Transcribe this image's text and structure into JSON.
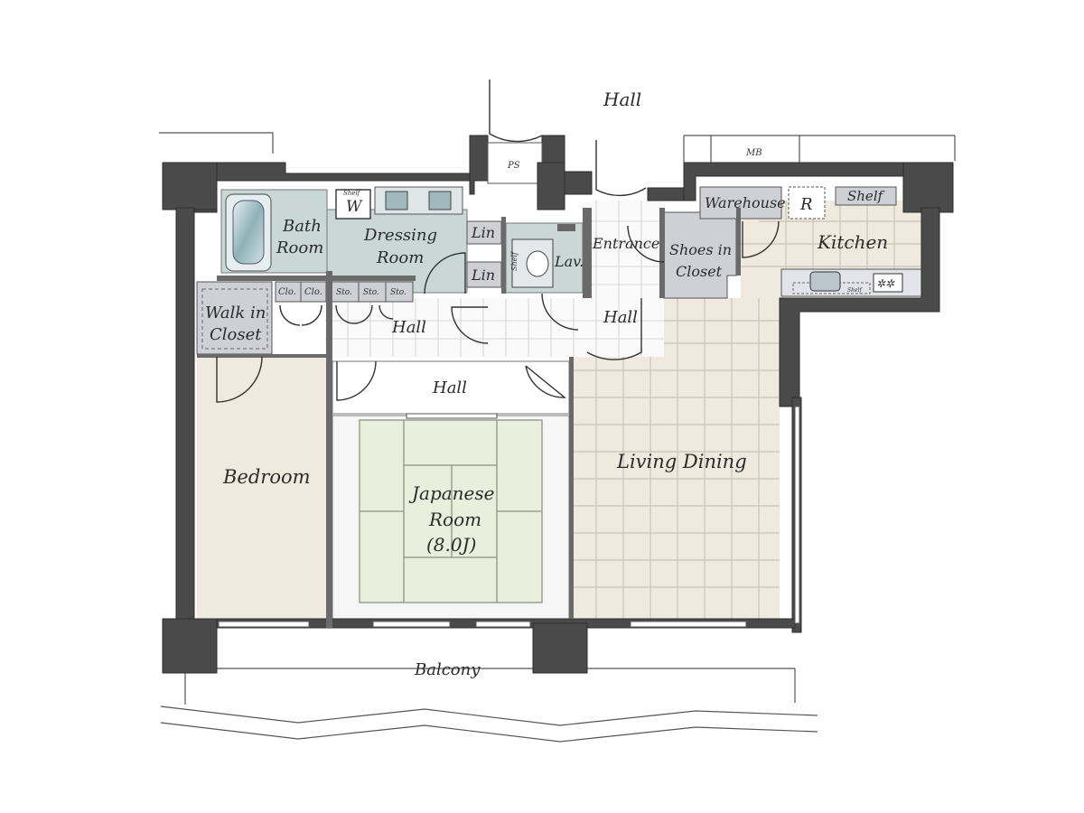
{
  "colors": {
    "wall": "#4a4a4a",
    "floor_beige": "#efe9de",
    "wet_area": "#c9d8d6",
    "storage": "#cfd0d6",
    "tatami": "#e9eedd",
    "tatami_line": "#9aa090"
  },
  "labels": {
    "hall_top": "Hall",
    "ps": "PS",
    "mb": "MB",
    "bath_room": [
      "Bath",
      "Room"
    ],
    "dressing_room": [
      "Dressing",
      "Room"
    ],
    "washer": "W",
    "shelf_small": "Shelf",
    "lin1": "Lin",
    "lin2": "Lin",
    "lav": "Lav.",
    "toilet_shelf": "Shelf",
    "entrance": "Entrance",
    "shoes_closet": [
      "Shoes in",
      "Closet"
    ],
    "warehouse": "Warehouse",
    "refrigerator": "R",
    "shelf_kitchen": "Shelf",
    "kitchen": "Kitchen",
    "counter_shelf": "Shelf",
    "walk_in_closet": [
      "Walk in",
      "Closet"
    ],
    "clo1": "Clo.",
    "clo2": "Clo.",
    "sto1": "Sto.",
    "sto2": "Sto.",
    "sto3": "Sto.",
    "hall_mid": "Hall",
    "hall_right": "Hall",
    "hall_lower": "Hall",
    "bedroom": "Bedroom",
    "japanese_room": [
      "Japanese",
      "Room",
      "(8.0J)"
    ],
    "living_dining": "Living Dining",
    "balcony": "Balcony"
  }
}
